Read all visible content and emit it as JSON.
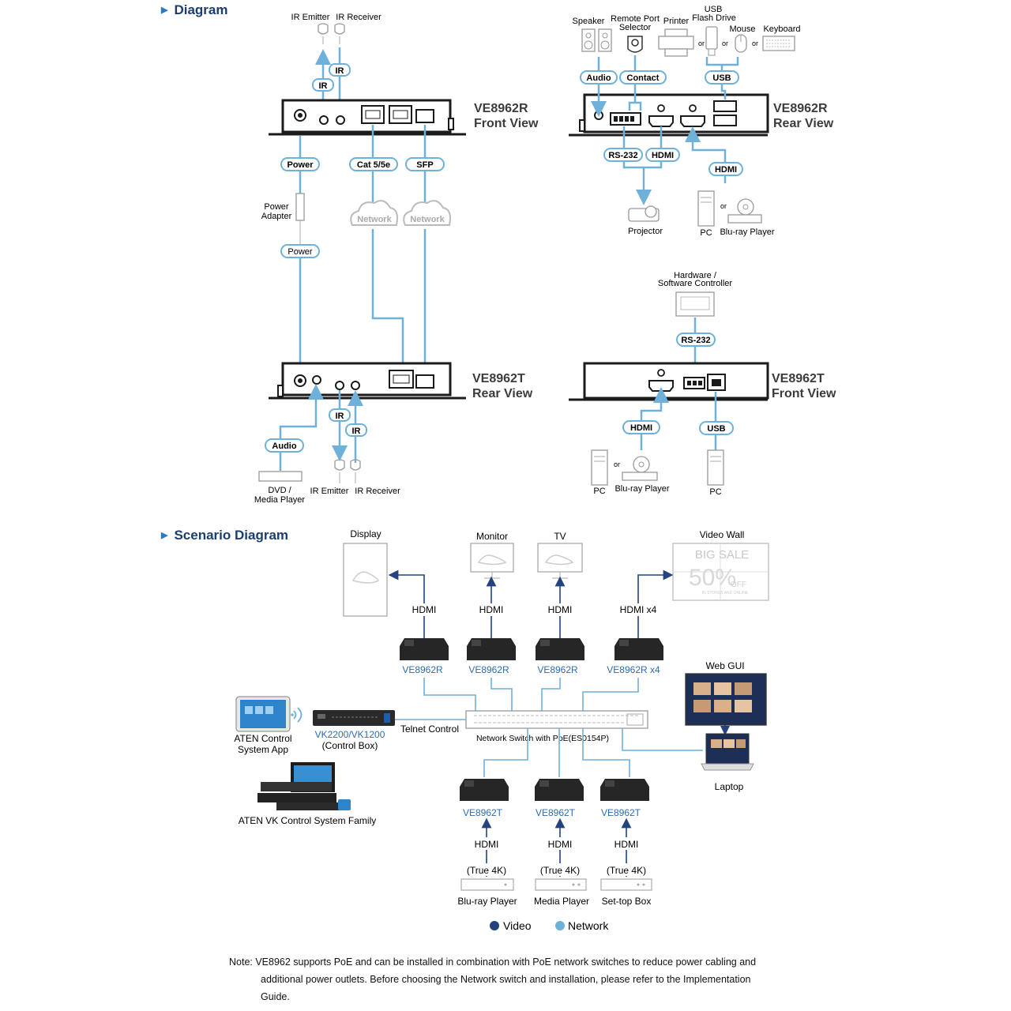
{
  "sections": {
    "diagram": "Diagram",
    "scenario": "Scenario Diagram"
  },
  "colors": {
    "network": "#6fb1d9",
    "video": "#23427f",
    "device_dark": "#1b1b1b",
    "heading": "#1a3e6e"
  },
  "r_front": {
    "title_model": "VE8962R",
    "title_view": "Front View",
    "ir_emitter": "IR Emitter",
    "ir_receiver": "IR Receiver",
    "ir1": "IR",
    "ir2": "IR",
    "power": "Power",
    "power_adapter_1": "Power",
    "power_adapter_2": "Adapter",
    "power2": "Power",
    "cat": "Cat 5/5e",
    "sfp": "SFP",
    "network1": "Network",
    "network2": "Network"
  },
  "r_rear": {
    "title_model": "VE8962R",
    "title_view": "Rear View",
    "speaker": "Speaker",
    "remote_1": "Remote Port",
    "remote_2": "Selector",
    "printer": "Printer",
    "usb_flash_1": "USB",
    "usb_flash_2": "Flash Drive",
    "mouse": "Mouse",
    "keyboard": "Keyboard",
    "or1": "or",
    "or2": "or",
    "or3": "or",
    "audio": "Audio",
    "contact": "Contact",
    "usb": "USB",
    "rs232": "RS-232",
    "hdmi": "HDMI",
    "hdmi_in": "HDMI",
    "projector": "Projector",
    "pc": "PC",
    "or4": "or",
    "bluray": "Blu-ray Player"
  },
  "t_rear": {
    "title_model": "VE8962T",
    "title_view": "Rear View",
    "audio": "Audio",
    "ir1": "IR",
    "ir2": "IR",
    "dvd_1": "DVD /",
    "dvd_2": "Media Player",
    "ir_emitter": "IR Emitter",
    "ir_receiver": "IR Receiver"
  },
  "t_front": {
    "title_model": "VE8962T",
    "title_view": "Front View",
    "controller_1": "Hardware /",
    "controller_2": "Software Controller",
    "rs232": "RS-232",
    "hdmi": "HDMI",
    "usb": "USB",
    "pc1": "PC",
    "or": "or",
    "bluray": "Blu-ray Player",
    "pc2": "PC"
  },
  "scenario": {
    "display": "Display",
    "monitor": "Monitor",
    "tv": "TV",
    "video_wall": "Video Wall",
    "wall_big": "BIG SALE",
    "wall_pct": "50%",
    "wall_off": "OFF",
    "wall_small": "IN STORES AND ONLINE",
    "hdmi_1": "HDMI",
    "hdmi_2": "HDMI",
    "hdmi_3": "HDMI",
    "hdmi_4": "HDMI x4",
    "rx_1": "VE8962R",
    "rx_2": "VE8962R",
    "rx_3": "VE8962R",
    "rx_4": "VE8962R x4",
    "web_gui": "Web GUI",
    "laptop": "Laptop",
    "app_1": "ATEN Control",
    "app_2": "System App",
    "vk_1": "VK2200/VK1200",
    "vk_2": "(Control Box)",
    "telnet": "Telnet Control",
    "switch": "Network Switch with PoE(ES0154P)",
    "family": "ATEN VK Control System Family",
    "tx_1": "VE8962T",
    "tx_2": "VE8962T",
    "tx_3": "VE8962T",
    "src_hdmi_1": "HDMI",
    "src_hdmi_2": "HDMI",
    "src_hdmi_3": "HDMI",
    "true4k_1": "(True 4K)",
    "true4k_2": "(True 4K)",
    "true4k_3": "(True 4K)",
    "src_1": "Blu-ray Player",
    "src_2": "Media Player",
    "src_3": "Set-top Box",
    "legend_video": "Video",
    "legend_network": "Network"
  },
  "note": {
    "line1": "Note: VE8962 supports PoE and can be installed in combination with PoE network switches to reduce power cabling and",
    "line2": "additional power outlets. Before choosing the Network switch and installation, please refer to the Implementation",
    "line3": "Guide."
  }
}
